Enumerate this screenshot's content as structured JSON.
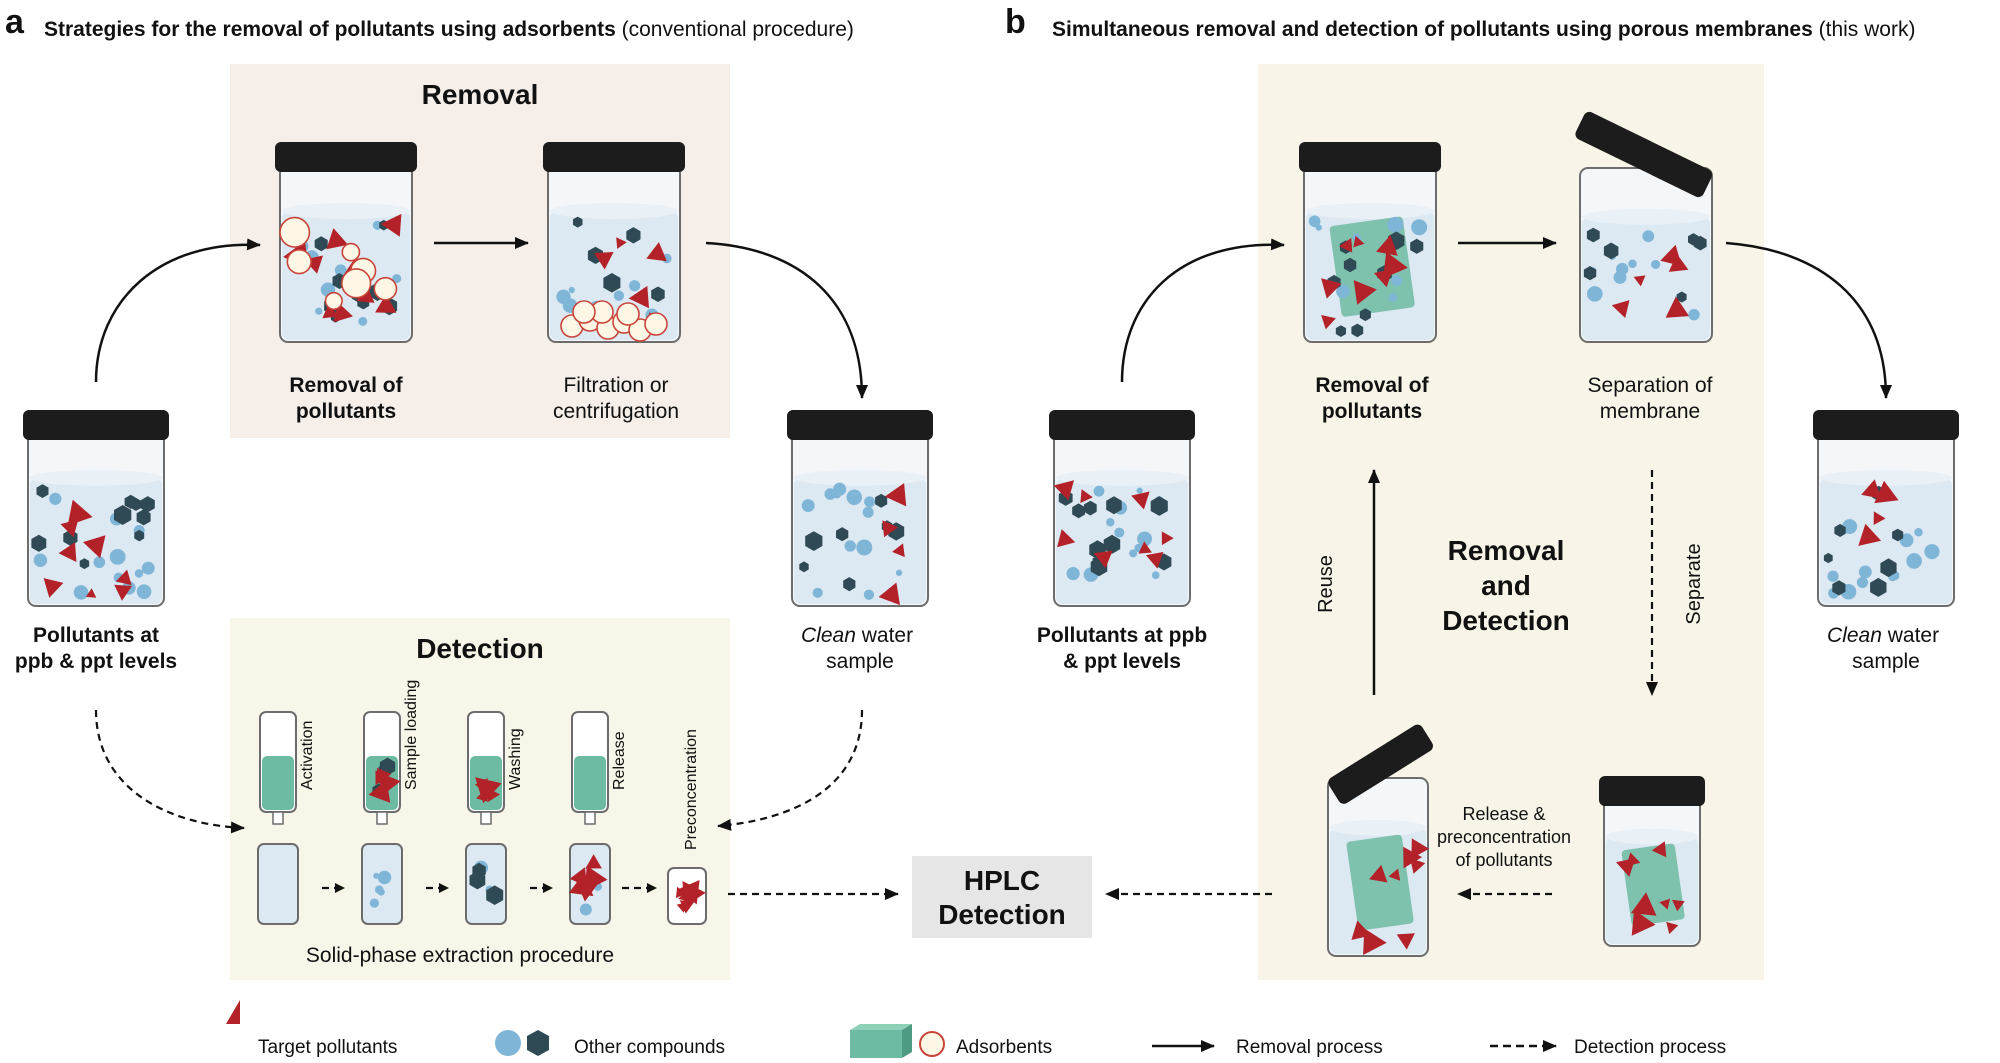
{
  "panel_a": {
    "letter": "a",
    "title_bold": "Strategies for the removal of pollutants using adsorbents",
    "title_normal": " (conventional procedure)",
    "removal_heading": "Removal",
    "removal_label": [
      "Removal of",
      "pollutants"
    ],
    "filtration_label": [
      "Filtration or",
      "centrifugation"
    ],
    "pollutants_label": [
      "Pollutants at",
      "ppb & ppt levels"
    ],
    "clean_label": {
      "italic": "Clean",
      "rest": " water",
      "line2": "sample"
    },
    "detection_heading": "Detection",
    "spe_steps": [
      "Activation",
      "Sample loading",
      "Washing",
      "Release",
      "Preconcentration"
    ],
    "spe_caption": "Solid-phase extraction procedure"
  },
  "panel_b": {
    "letter": "b",
    "title_bold": "Simultaneous removal and detection of pollutants using porous membranes",
    "title_normal": " (this work)",
    "removal_label": [
      "Removal of",
      "pollutants"
    ],
    "separation_label": [
      "Separation of",
      "membrane"
    ],
    "pollutants_label": [
      "Pollutants at ppb",
      "& ppt levels"
    ],
    "clean_label": {
      "italic": "Clean",
      "rest": " water",
      "line2": "sample"
    },
    "center_heading": [
      "Removal",
      "and",
      "Detection"
    ],
    "reuse_label": "Reuse",
    "separate_label": "Separate",
    "release_label": [
      "Release &",
      "preconcentration",
      "of pollutants"
    ]
  },
  "hplc": [
    "HPLC",
    "Detection"
  ],
  "legend": {
    "target": "Target pollutants",
    "other": "Other compounds",
    "adsorbents": "Adsorbents",
    "removal": "Removal process",
    "detection": "Detection process"
  },
  "colors": {
    "removal_box": "#f6efe9",
    "detection_box": "#f7f6e8",
    "panel_b_box": "#f8f5e8",
    "hplc_box": "#e6e6e6",
    "pollutant": "#b32228",
    "compound_light": "#7fb5d6",
    "compound_dark": "#2f4a54",
    "membrane": "#6dbba2",
    "water": "#dce8f2",
    "lid": "#1c1c1c"
  }
}
